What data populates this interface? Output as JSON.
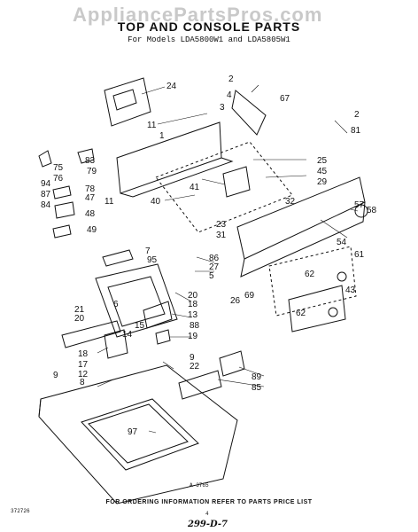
{
  "header": {
    "watermark": "AppliancePartsPros.com",
    "title": "TOP AND CONSOLE PARTS",
    "subtitle": "For Models LDA5800W1 and LDA5805W1"
  },
  "figure_code": "A-3765",
  "footer_note": "FOR ORDERING INFORMATION REFER TO PARTS PRICE LIST",
  "page_number": "4",
  "doc_code": "372726",
  "handwritten_code": "299-D-7",
  "callouts": [
    "2",
    "24",
    "4",
    "67",
    "3",
    "11",
    "1",
    "2",
    "81",
    "83",
    "79",
    "75",
    "76",
    "94",
    "78",
    "87",
    "47",
    "84",
    "11",
    "48",
    "49",
    "25",
    "45",
    "29",
    "41",
    "40",
    "32",
    "23",
    "31",
    "57",
    "58",
    "54",
    "61",
    "7",
    "95",
    "86",
    "27",
    "5",
    "62",
    "6",
    "20",
    "18",
    "13",
    "69",
    "26",
    "43",
    "21",
    "20",
    "15",
    "88",
    "19",
    "62",
    "18",
    "14",
    "17",
    "12",
    "9",
    "22",
    "89",
    "85",
    "8",
    "9",
    "97"
  ]
}
